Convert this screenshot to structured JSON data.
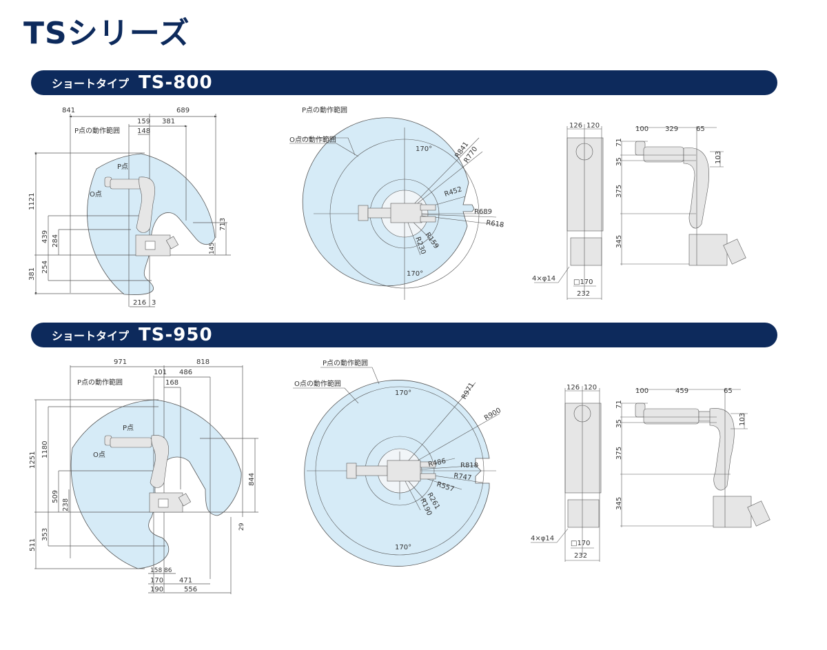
{
  "page": {
    "title": "TSシリーズ"
  },
  "sections": [
    {
      "subtitle": "ショートタイプ",
      "model": "TS-800",
      "side_view": {
        "range_label": "P点の動作範囲",
        "p_point": "P点",
        "o_point": "O点",
        "dims": {
          "top_left": "841",
          "top_right": "689",
          "d159": "159",
          "d148": "148",
          "d381h": "381",
          "h1121": "1121",
          "h439": "439",
          "h284": "284",
          "h254": "254",
          "h381": "381",
          "h713": "713",
          "h145": "145",
          "b216": "216",
          "b3": "3"
        }
      },
      "top_view": {
        "p_range_label": "P点の動作範囲",
        "o_range_label": "O点の動作範囲",
        "angle_top": "170°",
        "angle_bottom": "170°",
        "radii": [
          "R841",
          "R770",
          "R452",
          "R689",
          "R618",
          "R159",
          "R230"
        ]
      },
      "front_view": {
        "w126": "126",
        "w120": "120",
        "holes": "4×φ14",
        "sq170": "□170",
        "w232": "232"
      },
      "profile_view": {
        "w100": "100",
        "w_mid": "329",
        "w65": "65",
        "h71": "71",
        "h35": "35",
        "h103": "103",
        "h375": "375",
        "h345": "345"
      }
    },
    {
      "subtitle": "ショートタイプ",
      "model": "TS-950",
      "side_view": {
        "range_label": "P点の動作範囲",
        "p_point": "P点",
        "o_point": "O点",
        "dims": {
          "top_left": "971",
          "top_right": "818",
          "d101": "101",
          "d486": "486",
          "d168": "168",
          "h1251": "1251",
          "h1180": "1180",
          "h509": "509",
          "h238": "238",
          "h844": "844",
          "h29": "29",
          "h511": "511",
          "h353": "353",
          "b158": "158",
          "b86": "86",
          "b170": "170",
          "b471": "471",
          "b190": "190",
          "b556": "556"
        }
      },
      "top_view": {
        "p_range_label": "P点の動作範囲",
        "o_range_label": "O点の動作範囲",
        "angle_top": "170°",
        "angle_bottom": "170°",
        "radii": [
          "R971",
          "R900",
          "R486",
          "R818",
          "R747",
          "R557",
          "R261",
          "R190"
        ]
      },
      "front_view": {
        "w126": "126",
        "w120": "120",
        "holes": "4×φ14",
        "sq170": "□170",
        "w232": "232"
      },
      "profile_view": {
        "w100": "100",
        "w_mid": "459",
        "w65": "65",
        "h71": "71",
        "h35": "35",
        "h103": "103",
        "h375": "375",
        "h345": "345"
      }
    }
  ],
  "colors": {
    "brand": "#0d2a5c",
    "range_fill": "#d6ebf7",
    "line": "#444444",
    "robot": "#e6e6e6"
  }
}
